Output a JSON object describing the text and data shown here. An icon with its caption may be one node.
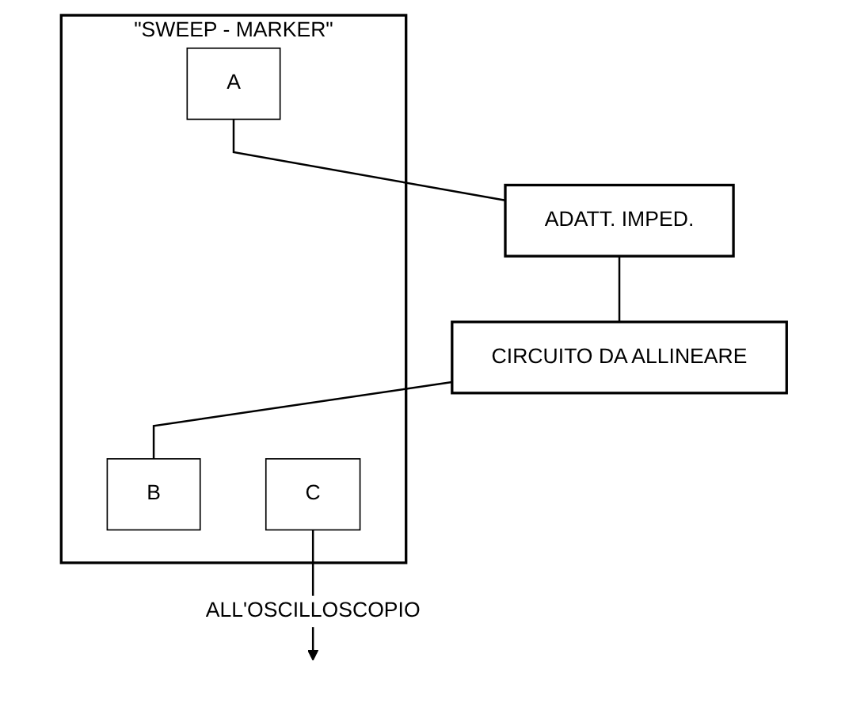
{
  "diagram": {
    "nodes": [
      {
        "text": [
          "\"SWEEP - MARKER\""
        ]
      },
      {
        "text": [
          "A"
        ],
        "in": 0
      },
      {
        "text": [
          "B"
        ],
        "in": 0
      },
      {
        "text": [
          "C"
        ],
        "in": 0
      },
      {
        "text": [
          "ADATT. IMPED."
        ]
      },
      {
        "text": [
          "CIRCUITO DA ALLINEARE"
        ]
      }
    ],
    "edges": [
      {
        "from": 1,
        "to": 4,
        "arrow": "none"
      },
      {
        "from": 4,
        "to": 5,
        "arrow": "none"
      },
      {
        "from": 5,
        "to": 2,
        "arrow": "none"
      },
      {
        "from": 3,
        "to": null,
        "arrow": "to",
        "label": "ALL'OSCILLOSCOPIO"
      }
    ]
  }
}
